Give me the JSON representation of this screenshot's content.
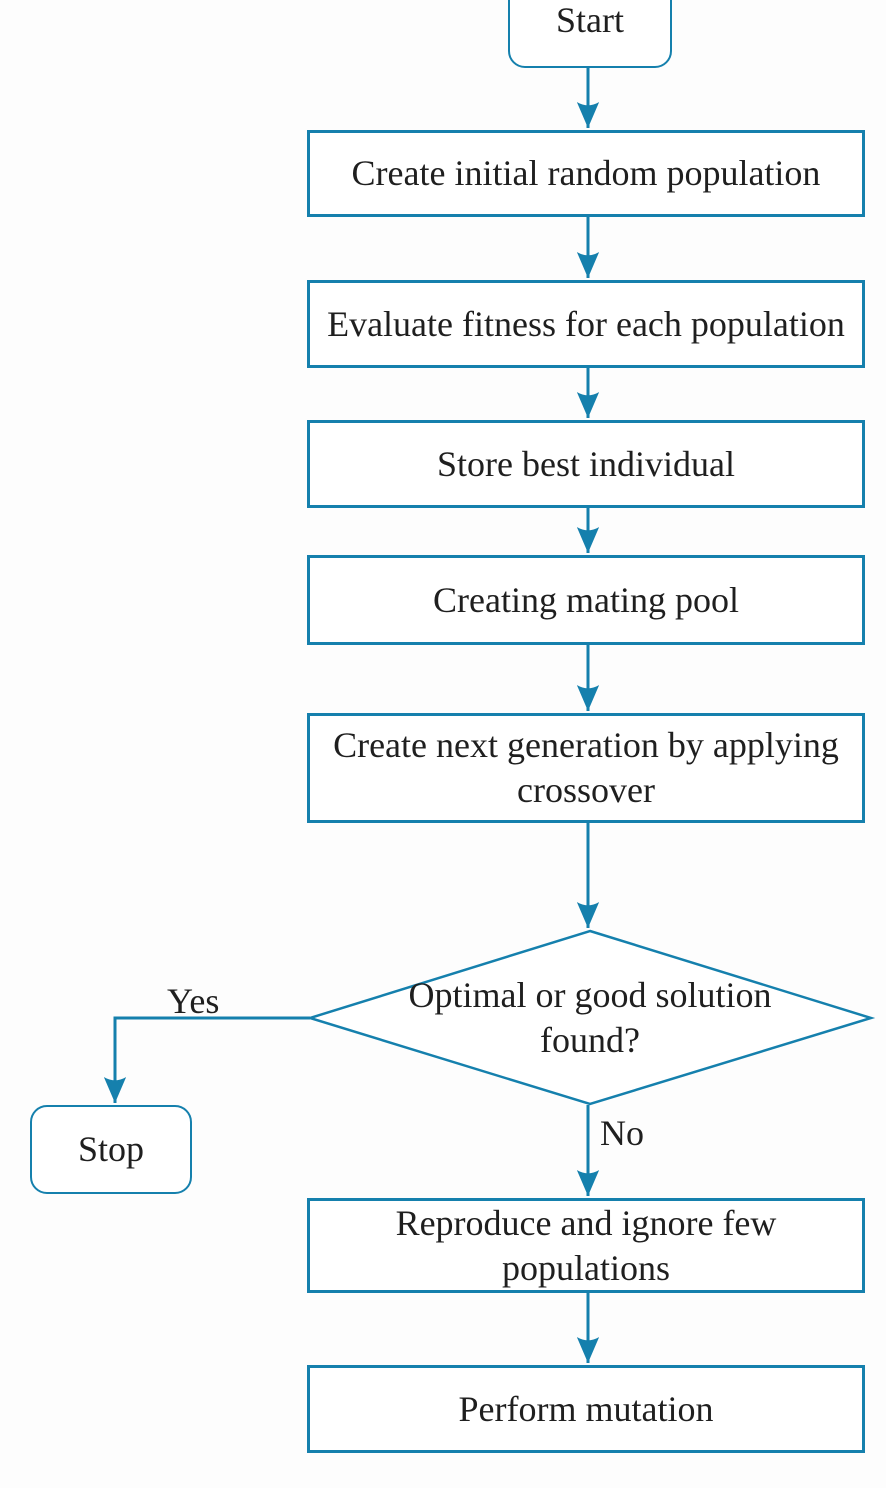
{
  "colors": {
    "stroke": "#1580ad",
    "text": "#1f1f1f",
    "background": "#fdfdfd"
  },
  "nodes": {
    "start": "Start",
    "create_population": "Create initial random population",
    "evaluate_fitness": "Evaluate fitness for each population",
    "store_best": "Store best individual",
    "mating_pool": "Creating mating pool",
    "crossover": "Create next generation by applying crossover",
    "decision": "Optimal or good solution found?",
    "stop": "Stop",
    "reproduce": "Reproduce and ignore few populations",
    "mutation": "Perform mutation"
  },
  "edge_labels": {
    "yes": "Yes",
    "no": "No"
  }
}
